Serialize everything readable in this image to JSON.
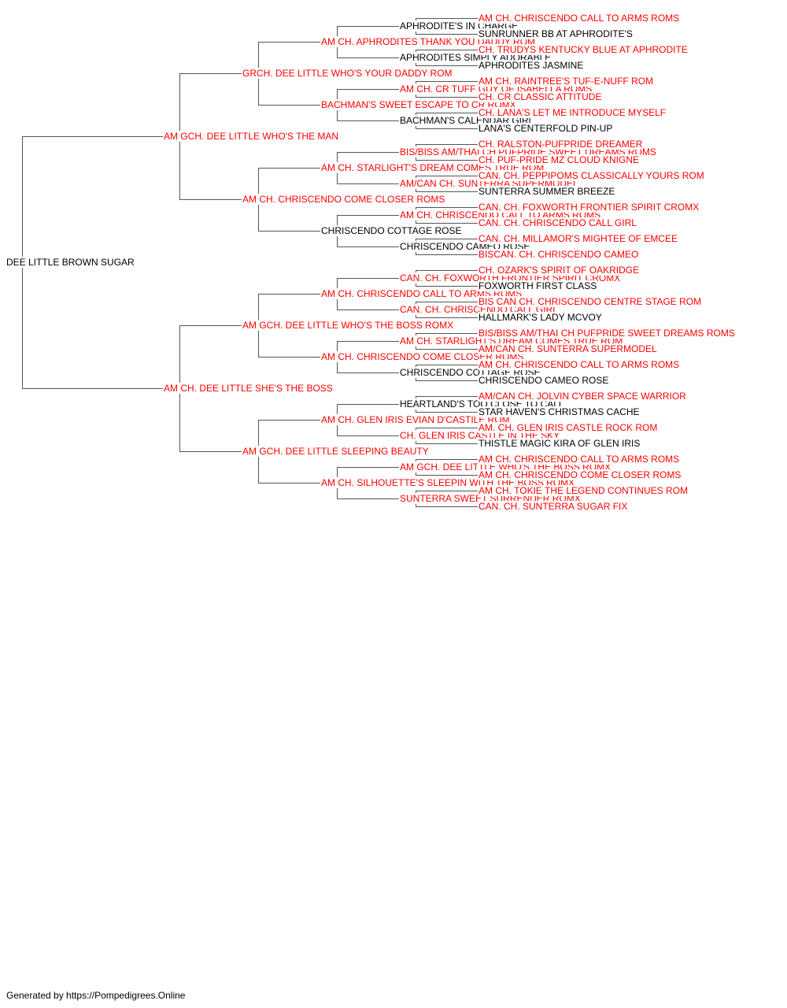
{
  "colors": {
    "titled": "#ff0000",
    "untitled": "#000000",
    "line": "#555555"
  },
  "pedigree": {
    "subject": {
      "name": "DEE LITTLE BROWN SUGAR",
      "titled": false
    },
    "gen1": [
      {
        "name": "AM GCH. DEE LITTLE WHO'S THE MAN",
        "titled": true
      },
      {
        "name": "AM CH. DEE LITTLE SHE'S THE BOSS",
        "titled": true
      }
    ],
    "gen2": [
      {
        "name": "GRCH. DEE LITTLE WHO'S YOUR DADDY ROM",
        "titled": true
      },
      {
        "name": "AM CH. CHRISCENDO COME CLOSER ROMS",
        "titled": true
      },
      {
        "name": "AM GCH. DEE LITTLE WHO'S THE BOSS ROMX",
        "titled": true
      },
      {
        "name": "AM GCH. DEE LITTLE SLEEPING BEAUTY",
        "titled": true
      }
    ],
    "gen3": [
      {
        "name": "AM CH. APHRODITES THANK YOU DADDY ROM",
        "titled": true
      },
      {
        "name": "BACHMAN'S SWEET ESCAPE TO CR ROMX",
        "titled": true
      },
      {
        "name": "AM CH. STARLIGHT'S DREAM COMES TRUE ROM",
        "titled": true
      },
      {
        "name": "CHRISCENDO COTTAGE ROSE",
        "titled": false
      },
      {
        "name": "AM CH. CHRISCENDO CALL TO ARMS ROMS",
        "titled": true
      },
      {
        "name": "AM CH. CHRISCENDO COME CLOSER ROMS",
        "titled": true
      },
      {
        "name": "AM CH. GLEN IRIS EVIAN D'CASTILE ROM",
        "titled": true
      },
      {
        "name": "AM CH. SILHOUETTE'S SLEEPIN WITH THE BOSS ROMX",
        "titled": true
      }
    ],
    "gen4": [
      {
        "name": "APHRODITE'S IN CHARGE",
        "titled": false
      },
      {
        "name": "APHRODITES SIMPLY ADORABLE",
        "titled": false
      },
      {
        "name": "AM CH. CR TUFF GUY OF ISABELLA ROMS",
        "titled": true
      },
      {
        "name": "BACHMAN'S CALENDAR GIRL",
        "titled": false
      },
      {
        "name": "BIS/BISS AM/THAI CH PUFPRIDE SWEET DREAMS ROMS",
        "titled": true
      },
      {
        "name": "AM/CAN CH. SUNTERRA SUPERMODEL",
        "titled": true
      },
      {
        "name": "AM CH. CHRISCENDO CALL TO ARMS ROMS",
        "titled": true
      },
      {
        "name": "CHRISCENDO CAMEO ROSE",
        "titled": false
      },
      {
        "name": "CAN. CH. FOXWORTH FRONTIER SPIRIT CROMX",
        "titled": true
      },
      {
        "name": "CAN. CH. CHRISCENDO CALL GIRL",
        "titled": true
      },
      {
        "name": "AM CH. STARLIGHT'S DREAM COMES TRUE ROM",
        "titled": true
      },
      {
        "name": "CHRISCENDO COTTAGE ROSE",
        "titled": false
      },
      {
        "name": "HEARTLAND'S TOO CLOSE TO CALL",
        "titled": false
      },
      {
        "name": "CH. GLEN IRIS CASTLE IN THE SKY",
        "titled": true
      },
      {
        "name": "AM GCH. DEE LITTLE WHO'S THE BOSS ROMX",
        "titled": true
      },
      {
        "name": "SUNTERRA SWEET SURRENDER ROMX",
        "titled": true
      }
    ],
    "gen5": [
      {
        "name": "AM CH. CHRISCENDO CALL TO ARMS ROMS",
        "titled": true
      },
      {
        "name": "SUNRUNNER BB AT APHRODITE'S",
        "titled": false
      },
      {
        "name": "CH. TRUDYS KENTUCKY BLUE AT APHRODITE",
        "titled": true
      },
      {
        "name": "APHRODITES JASMINE",
        "titled": false
      },
      {
        "name": "AM CH. RAINTREE'S TUF-E-NUFF ROM",
        "titled": true
      },
      {
        "name": "CH. CR CLASSIC ATTITUDE",
        "titled": true
      },
      {
        "name": "CH. LANA'S LET ME INTRODUCE MYSELF",
        "titled": true
      },
      {
        "name": "LANA'S CENTERFOLD PIN-UP",
        "titled": false
      },
      {
        "name": "CH. RALSTON-PUFPRIDE DREAMER",
        "titled": true
      },
      {
        "name": "CH. PUF-PRIDE MZ CLOUD KNIGNE",
        "titled": true
      },
      {
        "name": "CAN. CH. PEPPIPOMS CLASSICALLY YOURS ROM",
        "titled": true
      },
      {
        "name": "SUNTERRA SUMMER BREEZE",
        "titled": false
      },
      {
        "name": "CAN. CH. FOXWORTH FRONTIER SPIRIT CROMX",
        "titled": true
      },
      {
        "name": "CAN. CH. CHRISCENDO CALL GIRL",
        "titled": true
      },
      {
        "name": "CAN. CH. MILLAMOR'S MIGHTEE OF EMCEE",
        "titled": true
      },
      {
        "name": "BISCAN. CH. CHRISCENDO CAMEO",
        "titled": true
      },
      {
        "name": "CH. OZARK'S SPIRIT OF OAKRIDGE",
        "titled": true
      },
      {
        "name": "FOXWORTH FIRST CLASS",
        "titled": false
      },
      {
        "name": "BIS CAN CH. CHRISCENDO CENTRE STAGE ROM",
        "titled": true
      },
      {
        "name": "HALLMARK'S LADY MCVOY",
        "titled": false
      },
      {
        "name": "BIS/BISS AM/THAI CH PUFPRIDE SWEET DREAMS ROMS",
        "titled": true
      },
      {
        "name": "AM/CAN CH. SUNTERRA SUPERMODEL",
        "titled": true
      },
      {
        "name": "AM CH. CHRISCENDO CALL TO ARMS ROMS",
        "titled": true
      },
      {
        "name": "CHRISCENDO CAMEO ROSE",
        "titled": false
      },
      {
        "name": "AM/CAN CH. JOLVIN CYBER SPACE WARRIOR",
        "titled": true
      },
      {
        "name": "STAR HAVEN'S CHRISTMAS CACHE",
        "titled": false
      },
      {
        "name": "AM. CH. GLEN IRIS CASTLE ROCK ROM",
        "titled": true
      },
      {
        "name": "THISTLE MAGIC KIRA OF GLEN IRIS",
        "titled": false
      },
      {
        "name": "AM CH. CHRISCENDO CALL TO ARMS ROMS",
        "titled": true
      },
      {
        "name": "AM CH. CHRISCENDO COME CLOSER ROMS",
        "titled": true
      },
      {
        "name": "AM CH. TOKIE THE LEGEND CONTINUES ROM",
        "titled": true
      },
      {
        "name": "CAN. CH. SUNTERRA SUGAR FIX",
        "titled": true
      }
    ]
  },
  "footer": {
    "text": "Generated by https://Pompedigrees.Online"
  }
}
